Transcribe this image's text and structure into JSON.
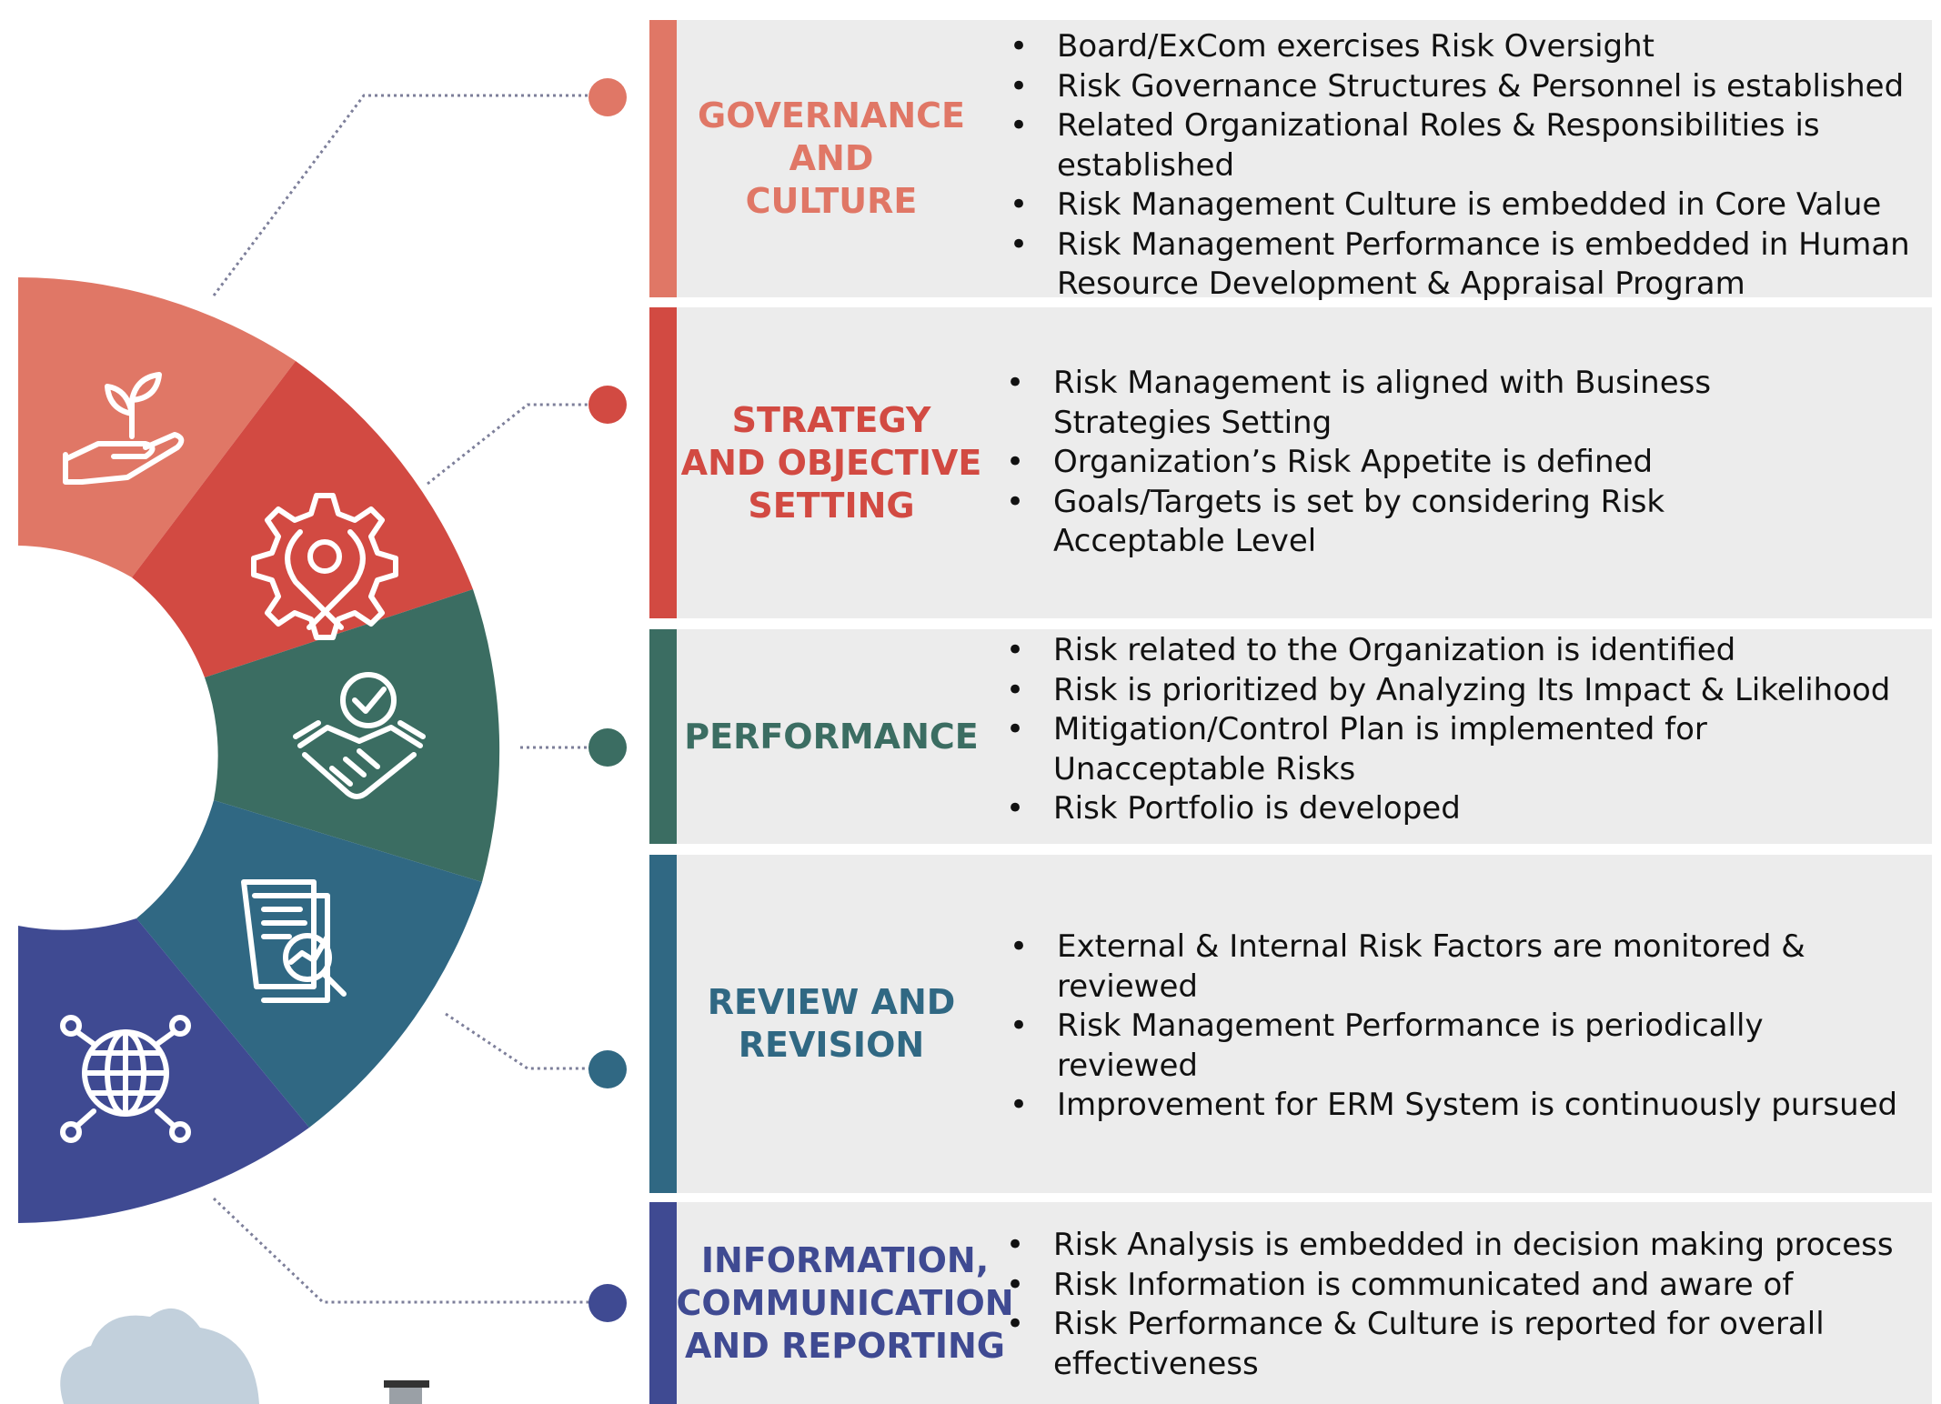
{
  "sections": [
    {
      "id": "governance",
      "color": "#e07766",
      "title_lines": [
        "GOVERNANCE",
        "AND",
        "CULTURE"
      ],
      "icon": "hand-sprout-icon",
      "bullets": [
        "Board/ExCom exercises Risk Oversight",
        "Risk Governance Structures & Personnel is established",
        "Related Organizational Roles & Responsibilities is established",
        "Risk Management Culture is embedded in Core Value",
        "Risk Management Performance is embedded in Human Resource Development & Appraisal Program"
      ]
    },
    {
      "id": "strategy",
      "color": "#d24a42",
      "title_lines": [
        "STRATEGY",
        "AND OBJECTIVE",
        "SETTING"
      ],
      "icon": "gear-wrench-icon",
      "bullets": [
        "Risk Management is aligned with Business Strategies Setting",
        "Organization’s Risk Appetite is defined",
        "Goals/Targets is set by considering Risk Acceptable Level"
      ]
    },
    {
      "id": "performance",
      "color": "#3b6d62",
      "title_lines": [
        "PERFORMANCE"
      ],
      "icon": "handshake-check-icon",
      "bullets": [
        "Risk related to the Organization is identified",
        "Risk is prioritized by Analyzing Its Impact & Likelihood",
        "Mitigation/Control Plan is implemented for Unacceptable Risks",
        "Risk Portfolio is developed"
      ]
    },
    {
      "id": "review",
      "color": "#306883",
      "title_lines": [
        "REVIEW AND",
        "REVISION"
      ],
      "icon": "document-analysis-icon",
      "bullets": [
        "External & Internal Risk Factors are monitored & reviewed",
        "Risk Management Performance is periodically reviewed",
        "Improvement for ERM System is continuously pursued"
      ]
    },
    {
      "id": "information",
      "color": "#3f4a92",
      "title_lines": [
        "INFORMATION,",
        "COMMUNICATION",
        "AND REPORTING"
      ],
      "icon": "globe-network-icon",
      "bullets": [
        "Risk Analysis is embedded in decision making process",
        "Risk Information is communicated and aware of",
        "Risk Performance & Culture is reported for overall effectiveness"
      ]
    }
  ],
  "decor": {
    "cloud_color": "#c2d0dc",
    "connector_color": "#7d7f9a"
  }
}
